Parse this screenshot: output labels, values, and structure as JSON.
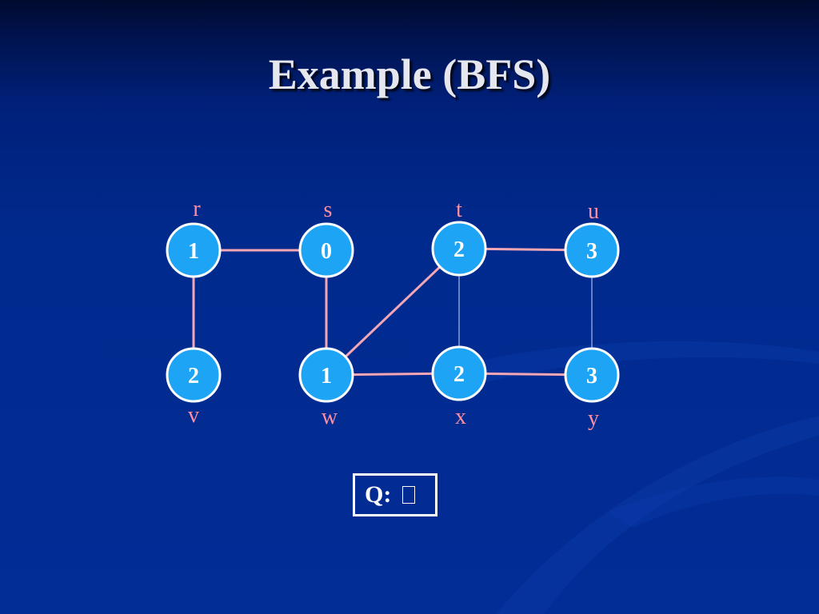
{
  "slide": {
    "title": "Example (BFS)"
  },
  "graph": {
    "vertices": [
      {
        "id": "r",
        "label": "r",
        "distance": "1"
      },
      {
        "id": "s",
        "label": "s",
        "distance": "0"
      },
      {
        "id": "t",
        "label": "t",
        "distance": "2"
      },
      {
        "id": "u",
        "label": "u",
        "distance": "3"
      },
      {
        "id": "v",
        "label": "v",
        "distance": "2"
      },
      {
        "id": "w",
        "label": "w",
        "distance": "1"
      },
      {
        "id": "x",
        "label": "x",
        "distance": "2"
      },
      {
        "id": "y",
        "label": "y",
        "distance": "3"
      }
    ],
    "edges": [
      {
        "from": "r",
        "to": "s",
        "tree_edge": true
      },
      {
        "from": "r",
        "to": "v",
        "tree_edge": true
      },
      {
        "from": "s",
        "to": "w",
        "tree_edge": true
      },
      {
        "from": "w",
        "to": "t",
        "tree_edge": true
      },
      {
        "from": "w",
        "to": "x",
        "tree_edge": true
      },
      {
        "from": "t",
        "to": "u",
        "tree_edge": true
      },
      {
        "from": "x",
        "to": "y",
        "tree_edge": true
      },
      {
        "from": "t",
        "to": "x",
        "tree_edge": false
      },
      {
        "from": "u",
        "to": "y",
        "tree_edge": false
      }
    ],
    "colors": {
      "tree_edge": "#f4a6b4",
      "non_tree_edge": "#c8d8ff",
      "vertex_fill": "#1ea4f4",
      "vertex_border": "#ffffff",
      "vertex_label": "#ff8fa0",
      "distance_text": "#ffffff"
    }
  },
  "queue": {
    "label": "Q:",
    "contents": "empty-box-glyph"
  }
}
